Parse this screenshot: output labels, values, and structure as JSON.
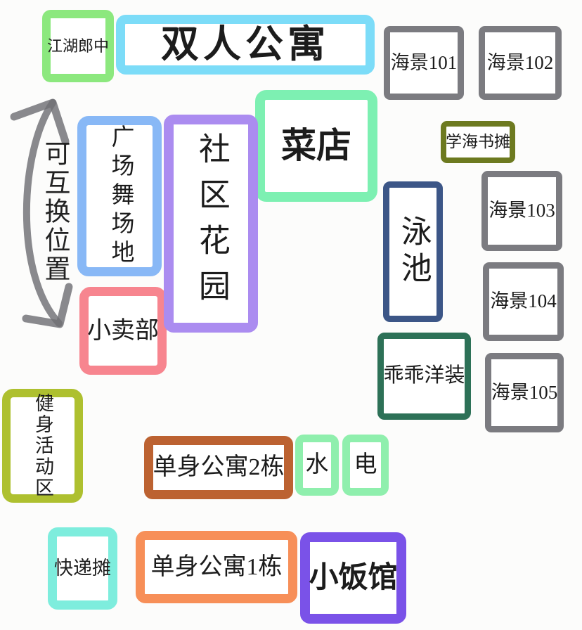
{
  "annotation": {
    "swap_note": "可互换位置",
    "arrow": {
      "type": "double-headed-curved-arrow",
      "color": "#6f6f74"
    }
  },
  "locations": {
    "jianghu_clinic": {
      "label": "江湖郎中",
      "color": "#8ce87e"
    },
    "double_apartment": {
      "label": "双人公寓",
      "color": "#7cdcf8"
    },
    "seaview_101": {
      "label": "海景101",
      "color": "#7b7b80"
    },
    "seaview_102": {
      "label": "海景102",
      "color": "#7b7b80"
    },
    "book_stall": {
      "label": "学海书摊",
      "color": "#6d7a20"
    },
    "square_dance_area": {
      "label": "广场舞场地",
      "color": "#88b8f6",
      "orientation": "vertical"
    },
    "community_garden": {
      "label": "社区花园",
      "color": "#ab8cf0",
      "orientation": "vertical"
    },
    "vegetable_store": {
      "label": "菜店",
      "color": "#7df0b2"
    },
    "swimming_pool": {
      "label": "泳池",
      "color": "#3c5687",
      "orientation": "vertical"
    },
    "seaview_103": {
      "label": "海景103",
      "color": "#7b7b80"
    },
    "seaview_104": {
      "label": "海景104",
      "color": "#7b7b80"
    },
    "seaview_105": {
      "label": "海景105",
      "color": "#7b7b80"
    },
    "small_shop": {
      "label": "小卖部",
      "color": "#f7858f"
    },
    "dress_shop": {
      "label": "乖乖洋装",
      "color": "#2d7157"
    },
    "fitness_area": {
      "label": "健身活动区",
      "color": "#aec02f",
      "orientation": "vertical"
    },
    "single_apartment_2": {
      "label": "单身公寓2栋",
      "color": "#bc6231"
    },
    "water": {
      "label": "水",
      "color": "#8fefad"
    },
    "electricity": {
      "label": "电",
      "color": "#8fefad"
    },
    "express_stand": {
      "label": "快递摊",
      "color": "#7eeddd"
    },
    "single_apartment_1": {
      "label": "单身公寓1栋",
      "color": "#f78f58"
    },
    "restaurant": {
      "label": "小饭馆",
      "color": "#7a52e8"
    }
  }
}
